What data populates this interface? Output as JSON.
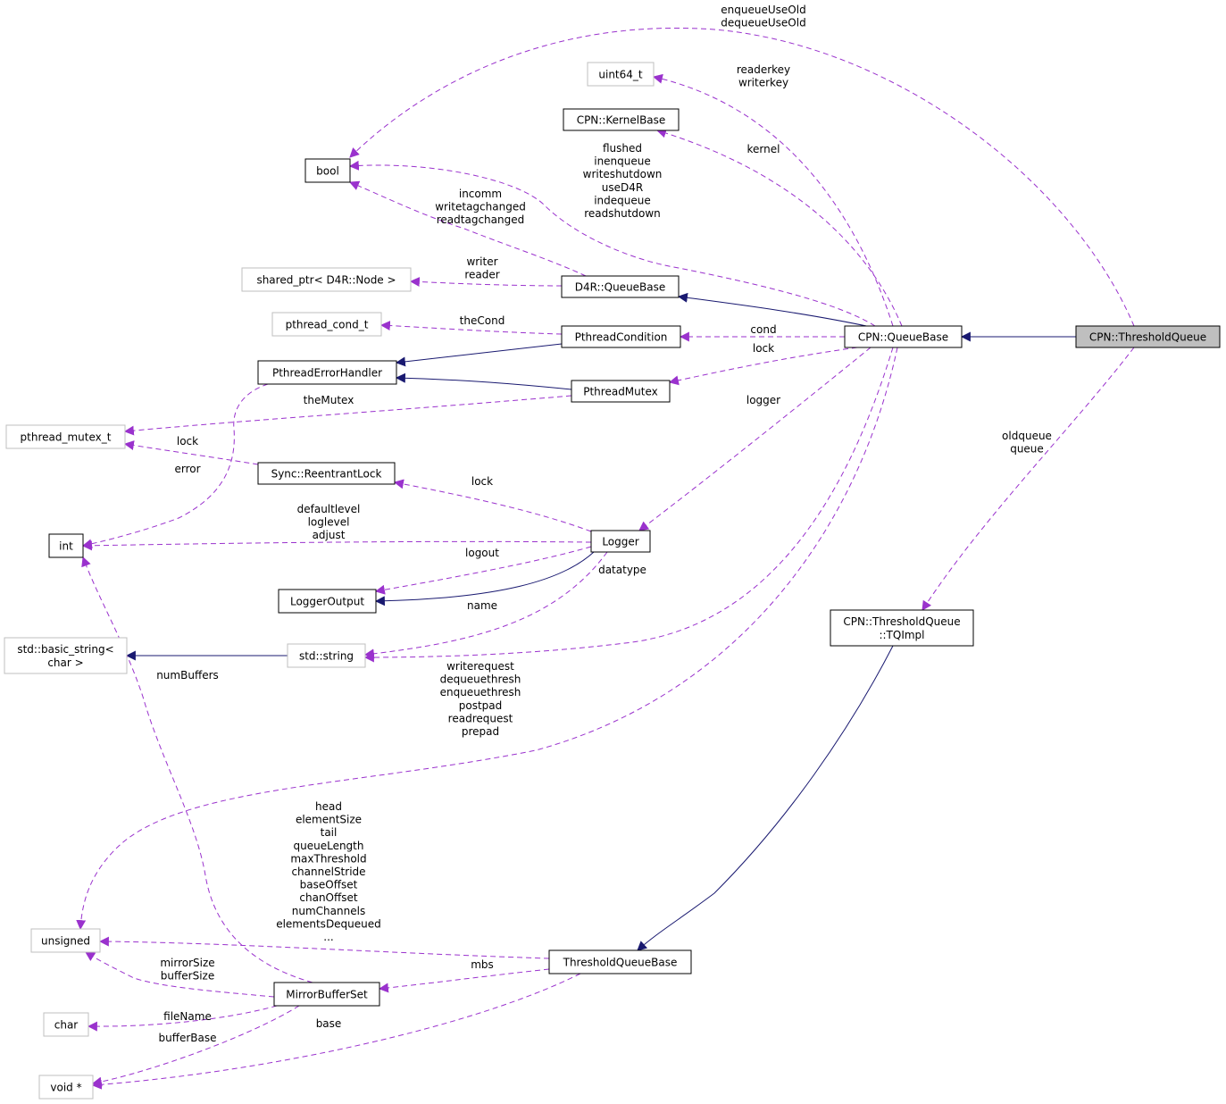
{
  "colors": {
    "inherit_edge": "#191970",
    "member_edge": "#9a32cd",
    "node_border": "#000000",
    "external_node_border": "#bfbfbf",
    "focus_fill": "#bfbfbf",
    "node_fill": "#ffffff"
  },
  "nodes": {
    "threshold_queue": [
      "CPN::ThresholdQueue"
    ],
    "queue_base": [
      "CPN::QueueBase"
    ],
    "bool": [
      "bool"
    ],
    "uint64": [
      "uint64_t"
    ],
    "kernel_base": [
      "CPN::KernelBase"
    ],
    "d4r_queue_base": [
      "D4R::QueueBase"
    ],
    "shared_ptr": [
      "shared_ptr< D4R::Node >"
    ],
    "pthread_cond_t": [
      "pthread_cond_t"
    ],
    "pthread_condition": [
      "PthreadCondition"
    ],
    "pthread_error_handler": [
      "PthreadErrorHandler"
    ],
    "pthread_mutex": [
      "PthreadMutex"
    ],
    "pthread_mutex_t": [
      "pthread_mutex_t"
    ],
    "reentrant_lock": [
      "Sync::ReentrantLock"
    ],
    "int": [
      "int"
    ],
    "logger": [
      "Logger"
    ],
    "logger_output": [
      "LoggerOutput"
    ],
    "basic_string": [
      "std::basic_string<",
      "char >"
    ],
    "std_string": [
      "std::string"
    ],
    "tq_impl": [
      "CPN::ThresholdQueue",
      "::TQImpl"
    ],
    "unsigned": [
      "unsigned"
    ],
    "threshold_queue_base": [
      "ThresholdQueueBase"
    ],
    "mirror_buffer_set": [
      "MirrorBufferSet"
    ],
    "char": [
      "char"
    ],
    "void_ptr": [
      "void *"
    ]
  },
  "edge_labels": {
    "use_old": [
      "enqueueUseOld",
      "dequeueUseOld"
    ],
    "keys": [
      "readerkey",
      "writerkey"
    ],
    "kernel": [
      "kernel"
    ],
    "qb_flags": [
      "flushed",
      "inenqueue",
      "writeshutdown",
      "useD4R",
      "indequeue",
      "readshutdown"
    ],
    "d4r_flags": [
      "incomm",
      "writetagchanged",
      "readtagchanged"
    ],
    "writer_reader": [
      "writer",
      "reader"
    ],
    "the_cond": [
      "theCond"
    ],
    "cond": [
      "cond"
    ],
    "lock_qb": [
      "lock"
    ],
    "the_mutex": [
      "theMutex"
    ],
    "lock_rl": [
      "lock"
    ],
    "error": [
      "error"
    ],
    "logger": [
      "logger"
    ],
    "oldqueue": [
      "oldqueue",
      "queue"
    ],
    "lock_logger": [
      "lock"
    ],
    "logger_ints": [
      "defaultlevel",
      "loglevel",
      "adjust"
    ],
    "logout": [
      "logout"
    ],
    "datatype": [
      "datatype"
    ],
    "name": [
      "name"
    ],
    "num_buffers": [
      "numBuffers"
    ],
    "qb_unsigned": [
      "writerequest",
      "dequeuethresh",
      "enqueuethresh",
      "postpad",
      "readrequest",
      "prepad"
    ],
    "tqb_unsigned": [
      "head",
      "elementSize",
      "tail",
      "queueLength",
      "maxThreshold",
      "channelStride",
      "baseOffset",
      "chanOffset",
      "numChannels",
      "elementsDequeued",
      "..."
    ],
    "mbs": [
      "mbs"
    ],
    "mirror_size": [
      "mirrorSize",
      "bufferSize"
    ],
    "file_name": [
      "fileName"
    ],
    "base": [
      "base"
    ],
    "buffer_base": [
      "bufferBase"
    ]
  }
}
